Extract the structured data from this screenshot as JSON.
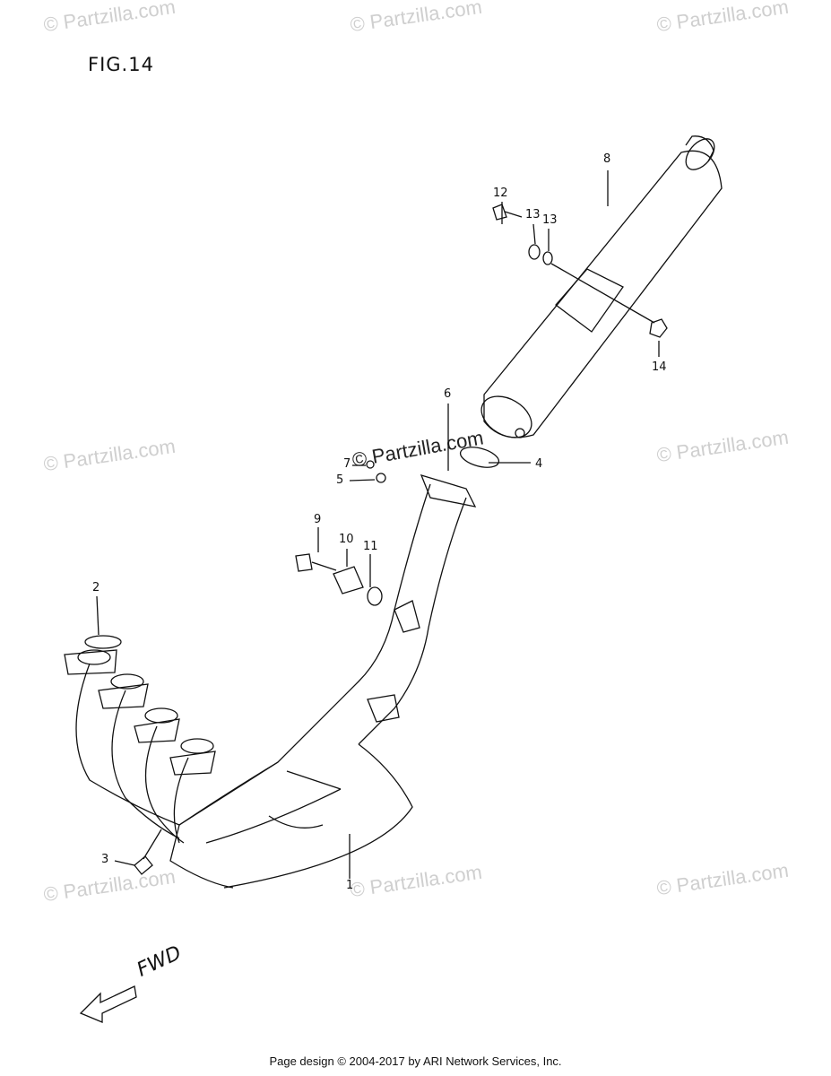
{
  "figure": {
    "title": "FIG.14"
  },
  "watermarks": [
    "© Partzilla.com",
    "© Partzilla.com",
    "© Partzilla.com",
    "© Partzilla.com",
    "© Partzilla.com",
    "© Partzilla.com",
    "© Partzilla.com",
    "© Partzilla.com"
  ],
  "center_watermark": "© Partzilla.com",
  "callouts": [
    "1",
    "2",
    "3",
    "4",
    "5",
    "6",
    "7",
    "8",
    "9",
    "10",
    "11",
    "12",
    "13",
    "13",
    "14"
  ],
  "direction": {
    "label": "FWD",
    "icon": "forward-arrow-icon"
  },
  "footer": "Page design © 2004-2017 by ARI Network Services, Inc."
}
